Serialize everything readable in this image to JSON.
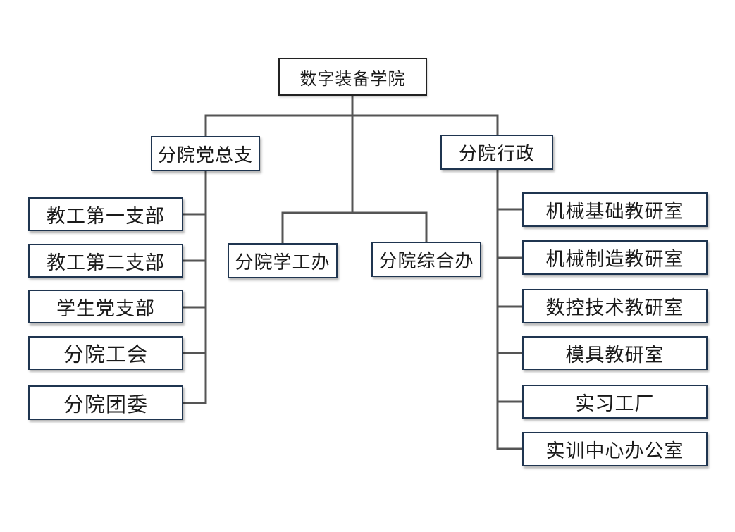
{
  "root": {
    "label": "数字装备学院"
  },
  "branches": {
    "party": {
      "label": "分院党总支",
      "children": [
        "教工第一支部",
        "教工第二支部",
        "学生党支部",
        "分院工会",
        "分院团委"
      ]
    },
    "student_affairs": {
      "label": "分院学工办"
    },
    "general_office": {
      "label": "分院综合办"
    },
    "admin": {
      "label": "分院行政",
      "children": [
        "机械基础教研室",
        "机械制造教研室",
        "数控技术教研室",
        "模具教研室",
        "实习工厂",
        "实训中心办公室"
      ]
    }
  },
  "colors": {
    "connector": "#555555",
    "box_border": "#1f3550"
  }
}
